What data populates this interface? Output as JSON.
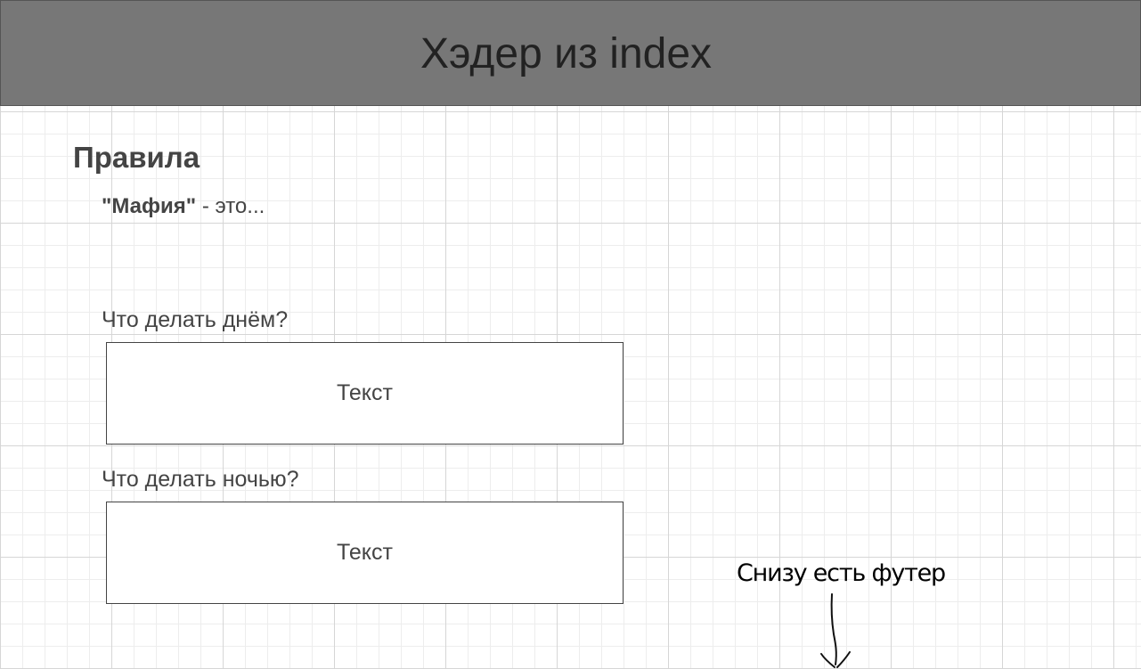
{
  "header": {
    "title": "Хэдер из index"
  },
  "rules": {
    "title": "Правила",
    "intro_bold": "\"Мафия\"",
    "intro_rest": " - это..."
  },
  "sections": [
    {
      "question": "Что делать днём?",
      "box_text": "Текст"
    },
    {
      "question": "Что делать ночью?",
      "box_text": "Текст"
    }
  ],
  "annotation": {
    "footer_note": "Снизу есть футер",
    "arrow_icon": "hand-drawn-arrow-down-icon"
  }
}
